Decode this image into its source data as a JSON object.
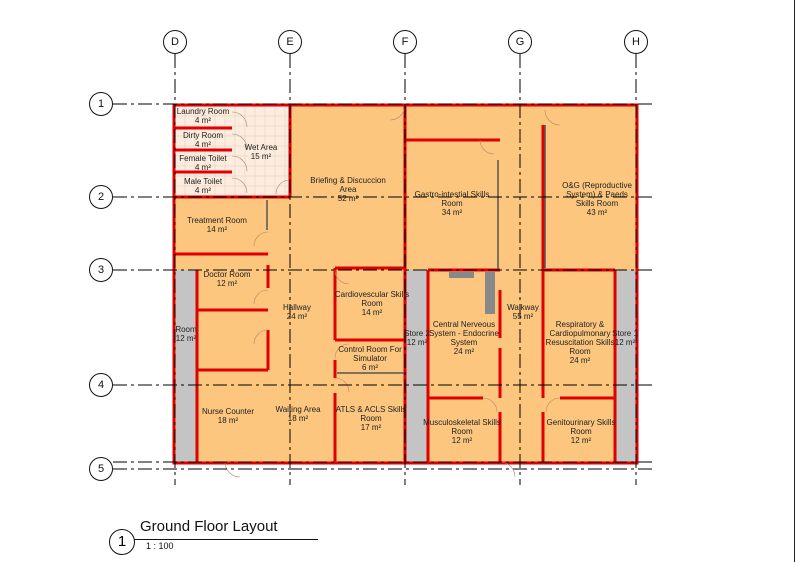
{
  "grid": {
    "columns": [
      "D",
      "E",
      "F",
      "G",
      "H"
    ],
    "rows": [
      "1",
      "2",
      "3",
      "4",
      "5"
    ]
  },
  "colors": {
    "room_fill": "#FCC67E",
    "wall": "#E00000",
    "store_fill": "#C4C4C4",
    "wet_fill": "#FCEDE0"
  },
  "rooms": [
    {
      "name": "Laundry Room",
      "area": "4 m²"
    },
    {
      "name": "Dirty Room",
      "area": "4 m²"
    },
    {
      "name": "Female Toilet",
      "area": "4 m²"
    },
    {
      "name": "Male Toilet",
      "area": "4 m²"
    },
    {
      "name": "Wet Area",
      "area": "15 m²"
    },
    {
      "name": "Briefing & Discuccion\nArea",
      "area": "52 m²"
    },
    {
      "name": "Gastro-intestial Skills\nRoom",
      "area": "34 m²"
    },
    {
      "name": "O&G (Reproductive\nSystem) & Paeds\nSkills Room",
      "area": "43 m²"
    },
    {
      "name": "Treatment Room",
      "area": "14 m²"
    },
    {
      "name": "Doctor Room",
      "area": "12 m²"
    },
    {
      "name": "Room",
      "area": "12 m²"
    },
    {
      "name": "Hallway",
      "area": "24 m²"
    },
    {
      "name": "Cardiovescular Skills\nRoom",
      "area": "14 m²"
    },
    {
      "name": "Control Room For\nSimulator",
      "area": "6 m²"
    },
    {
      "name": "Store 2",
      "area": "12 m²"
    },
    {
      "name": "Central Nerveous\nSystem - Endocrine\nSystem",
      "area": "24 m²"
    },
    {
      "name": "Walkway",
      "area": "55 m²"
    },
    {
      "name": "Respiratory &\nCardiopulmonary\nResuscitation  Skills\nRoom",
      "area": "24 m²"
    },
    {
      "name": "Store 1",
      "area": "12 m²"
    },
    {
      "name": "Nurse Counter",
      "area": "18 m²"
    },
    {
      "name": "Waiting Area",
      "area": "18 m²"
    },
    {
      "name": "ATLS & ACLS Skills\nRoom",
      "area": "17 m²"
    },
    {
      "name": "Musculoskeletal Skills\nRoom",
      "area": "12 m²"
    },
    {
      "name": "Genitourinary Skills\nRoom",
      "area": "12 m²"
    }
  ],
  "view": {
    "number": "1",
    "title": "Ground Floor Layout",
    "scale": "1 : 100"
  }
}
